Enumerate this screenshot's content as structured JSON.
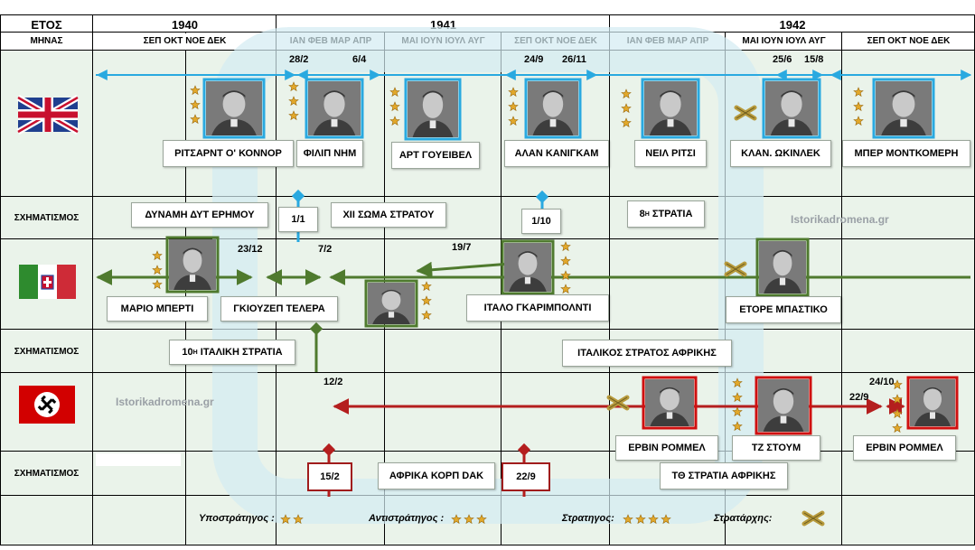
{
  "header": {
    "year_label": "ΕΤΟΣ",
    "month_label": "ΜΗΝΑΣ",
    "years": [
      "1940",
      "1941",
      "1942"
    ],
    "months": [
      "ΣΕΠ ΟΚΤ ΝΟΕ ΔΕΚ",
      "ΙΑΝ ΦΕΒ ΜΑΡ ΑΠΡ",
      "ΜΑΙ ΙΟΥΝ ΙΟΥΛ ΑΥΓ",
      "ΣΕΠ ΟΚΤ ΝΟΕ ΔΕΚ",
      "ΙΑΝ ΦΕΒ ΜΑΡ ΑΠΡ",
      "ΜΑΙ ΙΟΥΝ ΙΟΥΛ ΑΥΓ",
      "ΣΕΠ ΟΚΤ ΝΟΕ ΔΕΚ"
    ]
  },
  "row_labels": {
    "formation": "ΣΧΗΜΑΤΙΣΜΟΣ"
  },
  "british": {
    "commanders": [
      "ΡΙΤΣΑΡΝΤ Ο' ΚΟΝΝΟΡ",
      "ΦΙΛΙΠ ΝΗΜ",
      "ΑΡΤ ΓΟΥΕΙΒΕΛ",
      "ΑΛΑΝ ΚΑΝΙΓΚΑΜ",
      "ΝΕΙΛ ΡΙΤΣΙ",
      "ΚΛΑΝ. ΩΚΙΝΛΕΚ",
      "ΜΠΕΡ ΜΟΝΤΚΟΜΕΡΗ"
    ],
    "dates": [
      "28/2",
      "6/4",
      "24/9",
      "26/11",
      "25/6",
      "15/8"
    ],
    "formations": [
      "ΔΥΝΑΜΗ ΔΥΤ ΕΡΗΜΟΥ",
      "1/1",
      "XII ΣΩΜΑ ΣΤΡΑΤΟΥ",
      "1/10",
      "8",
      "Η",
      "ΣΤΡΑΤΙΑ"
    ],
    "color": "#29a9e0"
  },
  "italian": {
    "commanders": [
      "ΜΑΡΙΟ ΜΠΕΡΤΙ",
      "ΓΚΙΟΥΖΕΠ  ΤΕΛΕΡΑ",
      "ΙΤΑΛΟ ΓΚΑΡΙΜΠΟΛΝΤΙ",
      "ΕΤΟΡΕ ΜΠΑΣΤΙΚΟ"
    ],
    "dates": [
      "23/12",
      "7/2",
      "19/7"
    ],
    "formations": [
      "10",
      "Η",
      "ΙΤΑΛΙΚΗ ΣΤΡΑΤΙΑ",
      "ΙΤΑΛΙΚΟΣ  ΣΤΡΑΤΟΣ ΑΦΡΙΚΗΣ"
    ],
    "color": "#4f7a2e"
  },
  "german": {
    "commanders": [
      "ΕΡΒΙΝ ΡΟΜΜΕΛ",
      "ΤΖ ΣΤΟΥΜ",
      "ΕΡΒΙΝ ΡΟΜΜΕΛ"
    ],
    "dates": [
      "12/2",
      "24/10",
      "22/9"
    ],
    "formations": [
      "15/2",
      "ΑΦΡΙΚΑ ΚΟΡΠ DAK",
      "22/9",
      "ΤΘ ΣΤΡΑΤΙΑ ΑΦΡΙΚΗΣ"
    ],
    "color": "#b41e1e"
  },
  "watermarks": [
    "Istorikadromena.gr",
    "Istorikadromena.gr"
  ],
  "legend": {
    "items": [
      "Υποστράτηγος :",
      "Αντιστράτηγος :",
      "Στρατηγος:",
      "Στρατάρχης:"
    ]
  },
  "colors": {
    "grid_bg": "#eaf3ea",
    "star": "#e2a82a",
    "baton": "#b79a3c"
  }
}
